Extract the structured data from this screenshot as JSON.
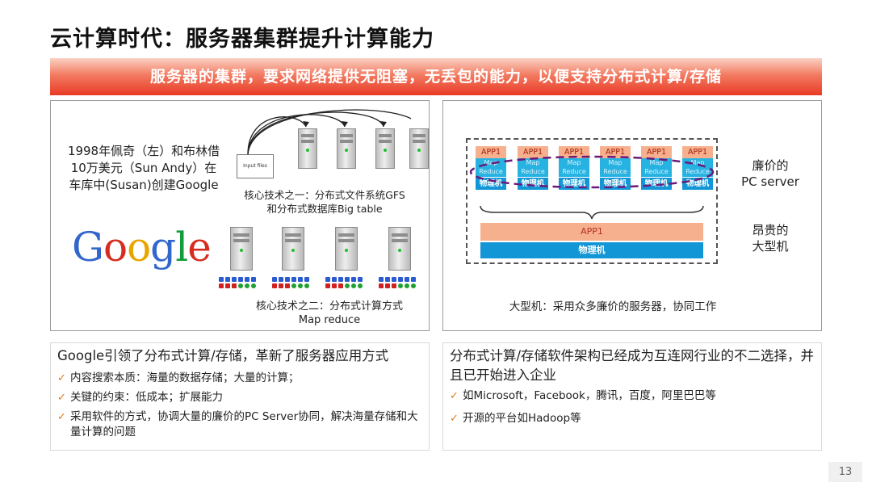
{
  "slide": {
    "title": "云计算时代：服务器集群提升计算能力",
    "banner": "服务器的集群，要求网络提供无阻塞，无丢包的能力，以便支持分布式计算/存储",
    "page_number": "13"
  },
  "left_panel": {
    "history_text": "1998年佩奇（左）和布林借10万美元（Sun Andy）在车库中(Susan)创建Google",
    "logo_letters": [
      "G",
      "o",
      "o",
      "g",
      "l",
      "e"
    ],
    "input_files_label": "Input files",
    "tech1_line1": "核心技术之一：分布式文件系统GFS",
    "tech1_line2": "和分布式数据库Big table",
    "tech2_line1": "核心技术之二：分布式计算方式",
    "tech2_line2": "Map reduce"
  },
  "right_panel": {
    "units": [
      {
        "app": "APP1",
        "map": "Map",
        "reduce": "Reduce",
        "phys": "物理机"
      },
      {
        "app": "APP1",
        "map": "Map",
        "reduce": "Reduce",
        "phys": "物理机"
      },
      {
        "app": "APP1",
        "map": "Map",
        "reduce": "Reduce",
        "phys": "物理机"
      },
      {
        "app": "APP1",
        "map": "Map",
        "reduce": "Reduce",
        "phys": "物理机"
      },
      {
        "app": "APP1",
        "map": "Map",
        "reduce": "Reduce",
        "phys": "物理机"
      },
      {
        "app": "APP1",
        "map": "Map",
        "reduce": "Reduce",
        "phys": "物理机"
      }
    ],
    "mainframe_app": "APP1",
    "mainframe_phys": "物理机",
    "pc_server_line1": "廉价的",
    "pc_server_line2": "PC server",
    "mainframe_line1": "昂贵的",
    "mainframe_line2": "大型机",
    "caption": "大型机：采用众多廉价的服务器，协同工作"
  },
  "bottom_left": {
    "heading": "Google引领了分布式计算/存储，革新了服务器应用方式",
    "bullets": [
      "内容搜索本质：海量的数据存储；大量的计算；",
      "关键的约束：低成本；扩展能力",
      "采用软件的方式，协调大量的廉价的PC Server协同，解决海量存储和大量计算的问题"
    ]
  },
  "bottom_right": {
    "heading": "分布式计算/存储软件架构已经成为互连网行业的不二选择，并且已开始进入企业",
    "bullets": [
      "如Microsoft，Facebook，腾讯，百度，阿里巴巴等",
      "开源的平台如Hadoop等"
    ]
  },
  "colors": {
    "banner_red": "#e83a24",
    "app_orange": "#f7b08d",
    "phys_blue": "#1296d6",
    "check_orange": "#e07b1a",
    "ellipse_purple": "#6a1a7a"
  },
  "icons": {
    "check": "✓"
  }
}
